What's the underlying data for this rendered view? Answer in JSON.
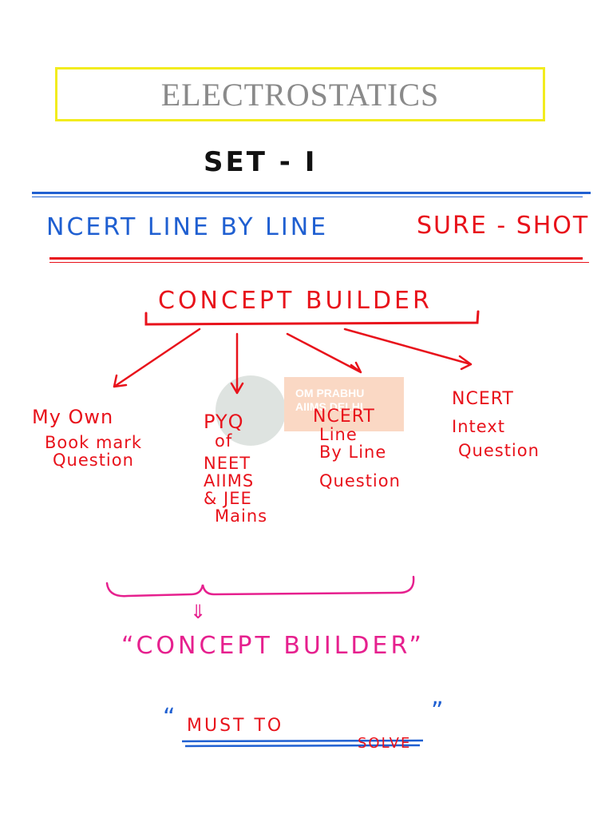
{
  "header": {
    "title": "ELECTROSTATICS",
    "set_label": "SET - I"
  },
  "banner": {
    "ncert_text": "NCERT LINE BY LINE",
    "sure_shot": "SURE - SHOT"
  },
  "concept_builder": {
    "heading": "CONCEPT BUILDER",
    "branches": [
      {
        "lines": [
          "My Own",
          "Book mark",
          "Question"
        ]
      },
      {
        "lines": [
          "PYQ",
          "of",
          "NEET",
          "AIIMS",
          "& JEE",
          "Mains"
        ]
      },
      {
        "lines": [
          "NCERT",
          "Line",
          "By Line",
          "Question"
        ]
      },
      {
        "lines": [
          "NCERT",
          "Intext",
          "Question"
        ]
      }
    ]
  },
  "summary": {
    "arrow": "⇓",
    "quote": "“CONCEPT BUILDER”",
    "must_open": "“",
    "must_to": "MUST  TO",
    "solve": "SOLVE",
    "must_close": "”"
  },
  "watermark": {
    "name": "OM PRABHU",
    "sub": "AIIMS DELHI"
  },
  "colors": {
    "yellow_border": "#f2ec1e",
    "red_ink": "#e8121b",
    "blue_ink": "#1f5fd1",
    "pink_ink": "#e6208e"
  }
}
